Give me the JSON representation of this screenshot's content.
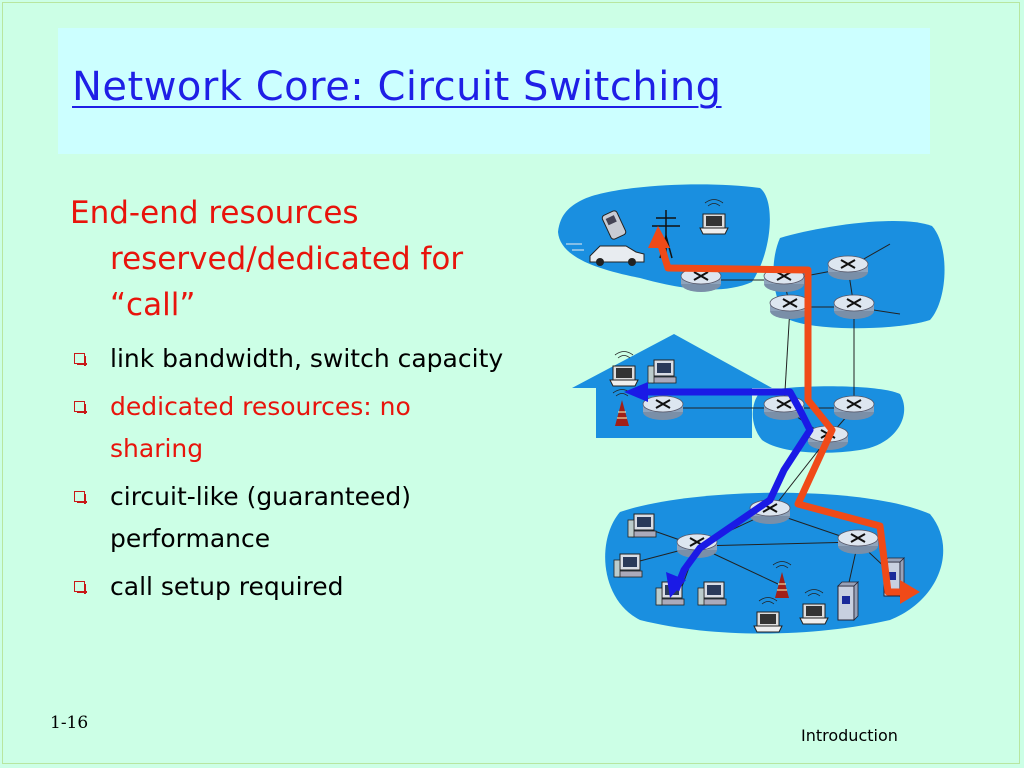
{
  "slide": {
    "title": "Network Core: Circuit Switching",
    "intro": "End-end resources reserved/dedicated for “call”",
    "bullets": [
      {
        "text": "link bandwidth,  switch capacity",
        "color": "#000000"
      },
      {
        "text": "dedicated resources: no sharing",
        "color": "#e8140c"
      },
      {
        "text": "circuit-like (guaranteed) performance",
        "color": "#000000"
      },
      {
        "text": "call setup required",
        "color": "#000000"
      }
    ],
    "slide_number": "1-16",
    "footer": "Introduction"
  },
  "colors": {
    "background": "#ccffe6",
    "title_box": "#ccffff",
    "title_text": "#1f1fe6",
    "accent_red": "#e8140c",
    "network_blue": "#1a8fe0",
    "circuit_red": "#f04a18",
    "circuit_blue": "#1a1ae6"
  },
  "icons": [
    "cell-phone-icon",
    "cell-tower-icon",
    "laptop-icon",
    "car-icon",
    "router-icon",
    "desktop-computer-icon",
    "server-icon",
    "antenna-icon",
    "house-icon"
  ]
}
